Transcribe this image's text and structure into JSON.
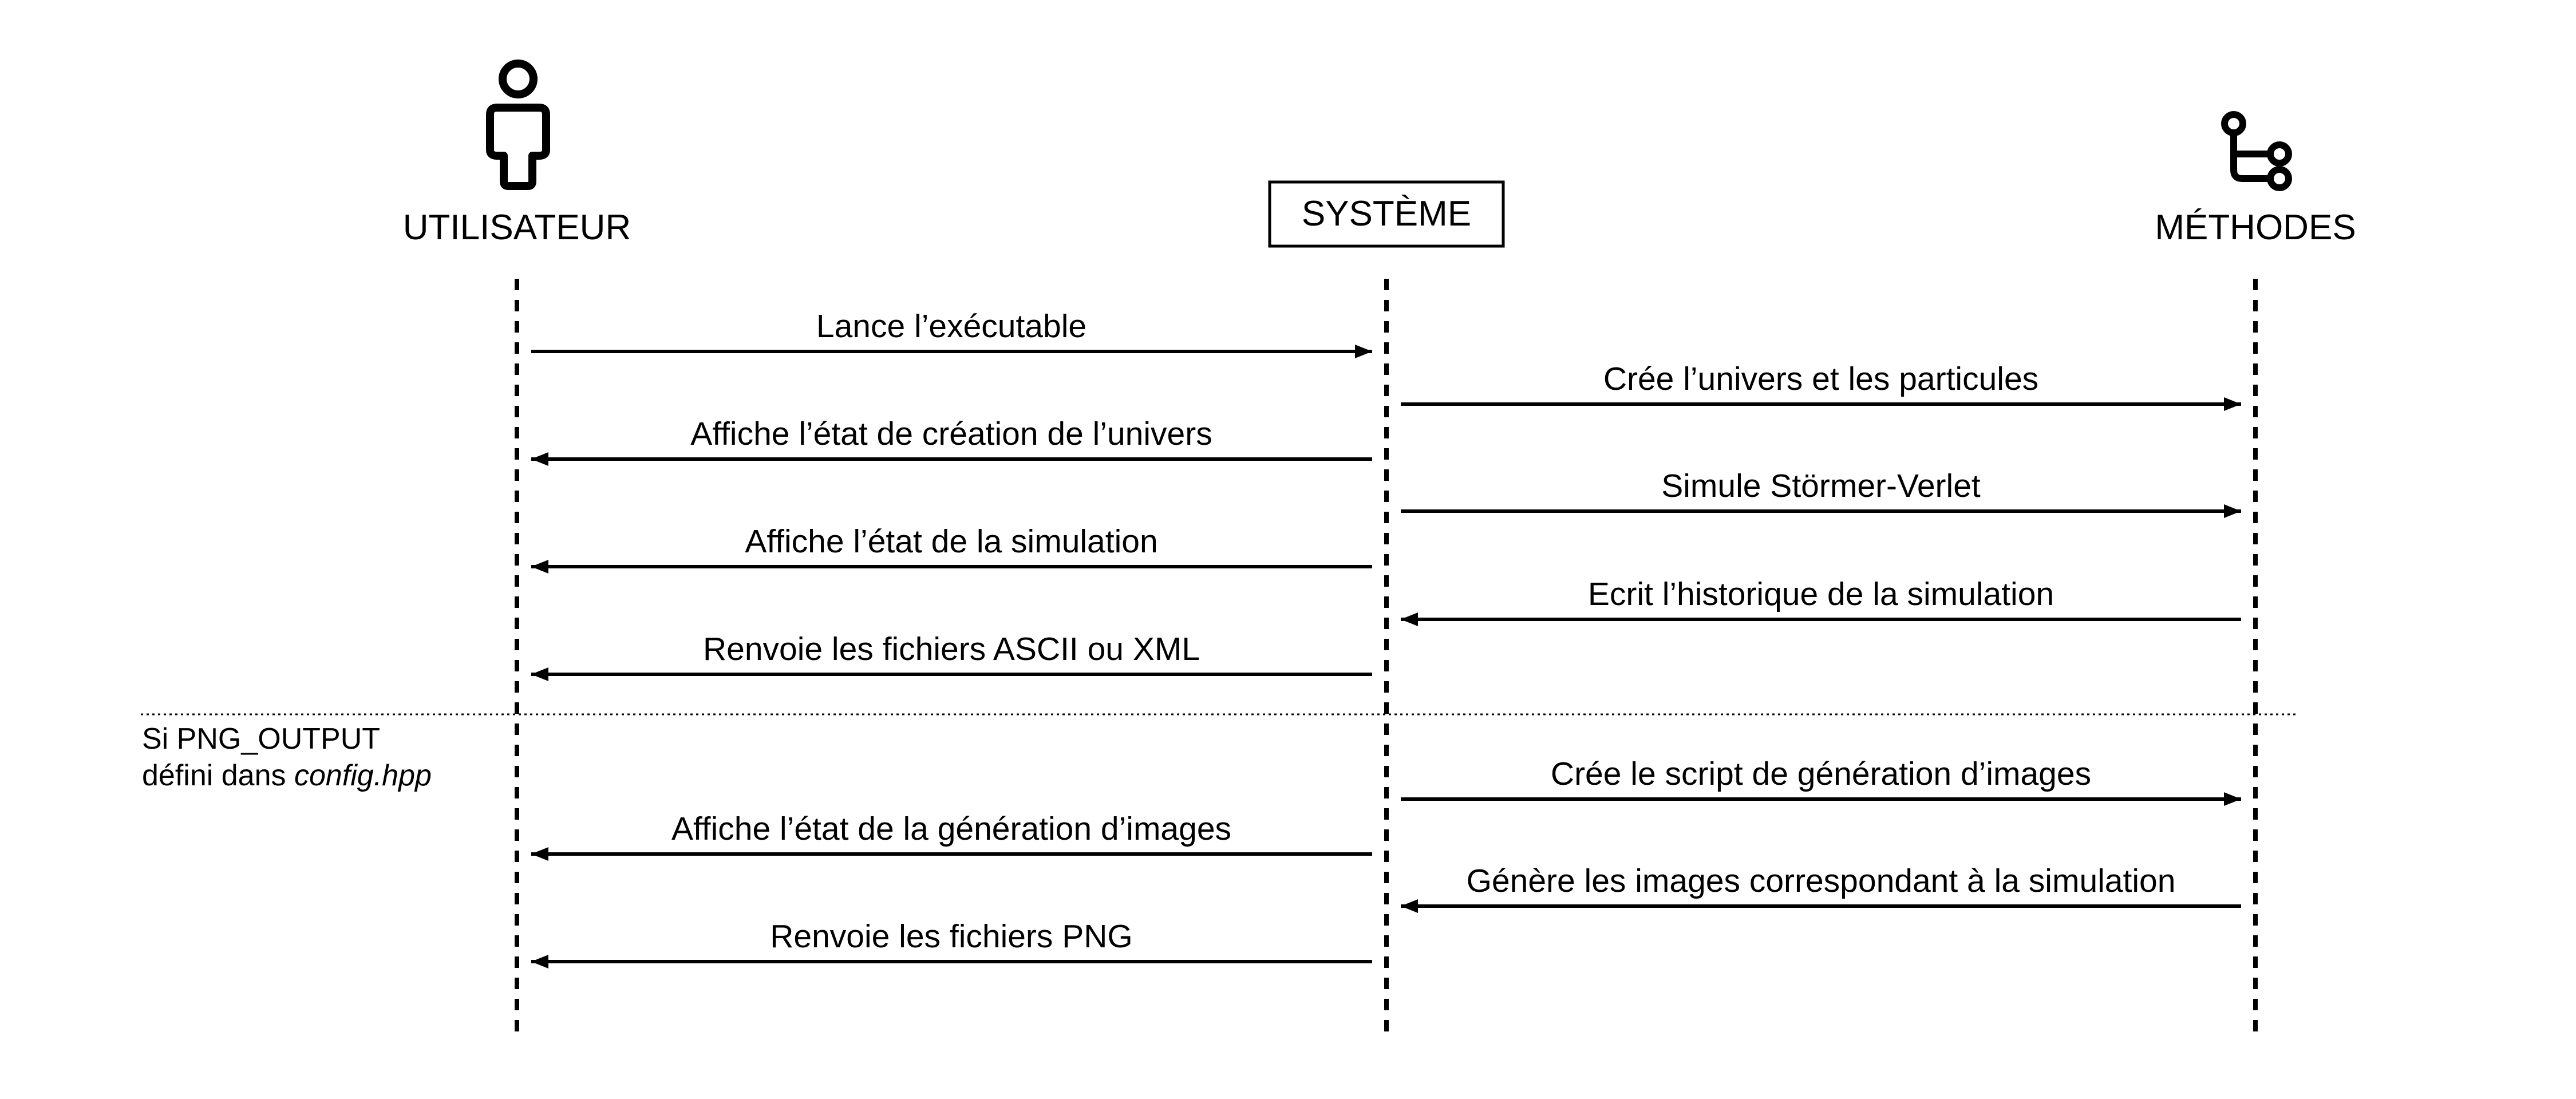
{
  "actors": [
    {
      "id": "user",
      "name": "UTILISATEUR",
      "icon": "person-icon"
    },
    {
      "id": "system",
      "name": "SYSTÈME",
      "icon": ""
    },
    {
      "id": "methods",
      "name": "MÉTHODES",
      "icon": "branch-icon"
    }
  ],
  "messages": [
    {
      "from": "user",
      "to": "system",
      "text": "Lance l’exécutable"
    },
    {
      "from": "system",
      "to": "methods",
      "text": "Crée l’univers et les particules"
    },
    {
      "from": "system",
      "to": "user",
      "text": "Affiche l’état de création de l’univers"
    },
    {
      "from": "system",
      "to": "methods",
      "text": "Simule Störmer-Verlet"
    },
    {
      "from": "system",
      "to": "user",
      "text": "Affiche l’état de la simulation"
    },
    {
      "from": "methods",
      "to": "system",
      "text": "Ecrit l’historique de la simulation"
    },
    {
      "from": "system",
      "to": "user",
      "text": "Renvoie les fichiers ASCII ou XML"
    },
    {
      "from": "system",
      "to": "methods",
      "text": "Crée le script de génération d’images"
    },
    {
      "from": "system",
      "to": "user",
      "text": "Affiche l’état de la génération d’images"
    },
    {
      "from": "methods",
      "to": "system",
      "text": "Génère les images correspondant à la simulation"
    },
    {
      "from": "system",
      "to": "user",
      "text": "Renvoie les fichiers PNG"
    }
  ],
  "condition": {
    "line1": "Si PNG_OUTPUT",
    "line2_prefix": "défini dans ",
    "line2_italic": "config.hpp"
  }
}
